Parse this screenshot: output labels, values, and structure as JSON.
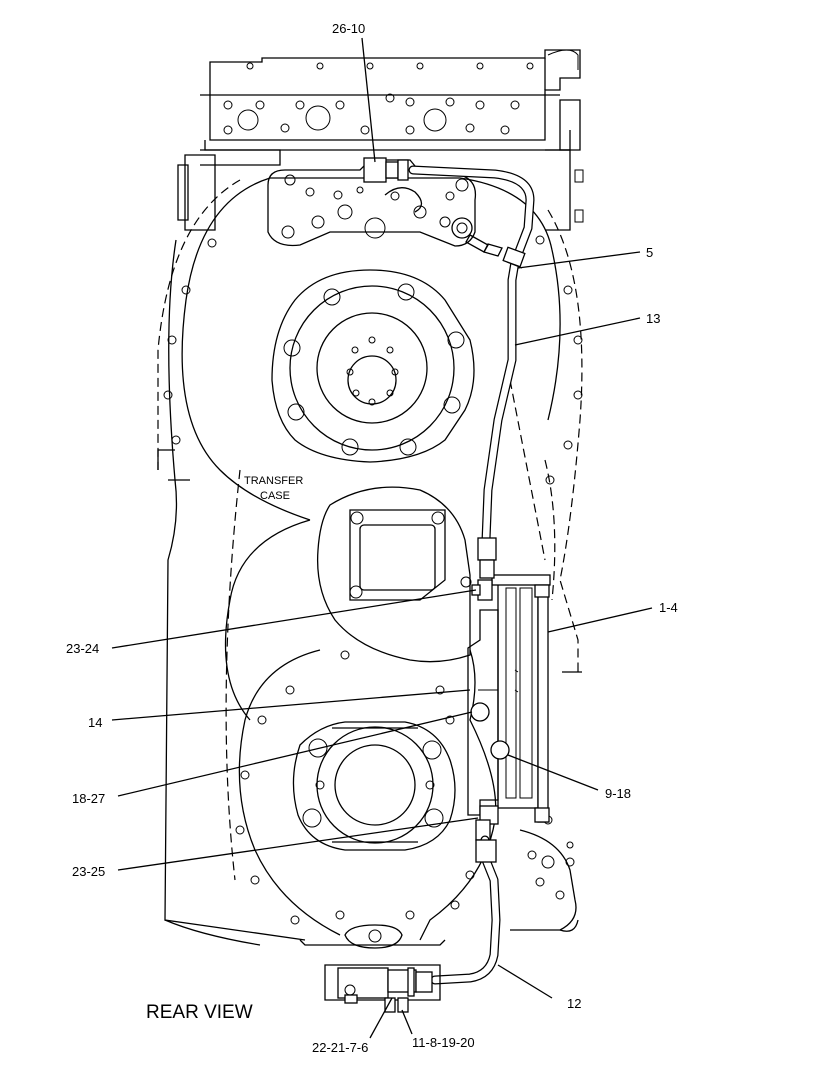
{
  "view_title": "REAR VIEW",
  "case_label": {
    "line1": "TRANSFER",
    "line2": "CASE"
  },
  "callouts": {
    "c26_10": "26-10",
    "c5": "5",
    "c13": "13",
    "c1_4": "1-4",
    "c23_24": "23-24",
    "c14": "14",
    "c18_27": "18-27",
    "c9_18": "9-18",
    "c23_25": "23-25",
    "c12": "12",
    "c22_21_7_6": "22-21-7-6",
    "c11_8_19_20": "11-8-19-20"
  }
}
